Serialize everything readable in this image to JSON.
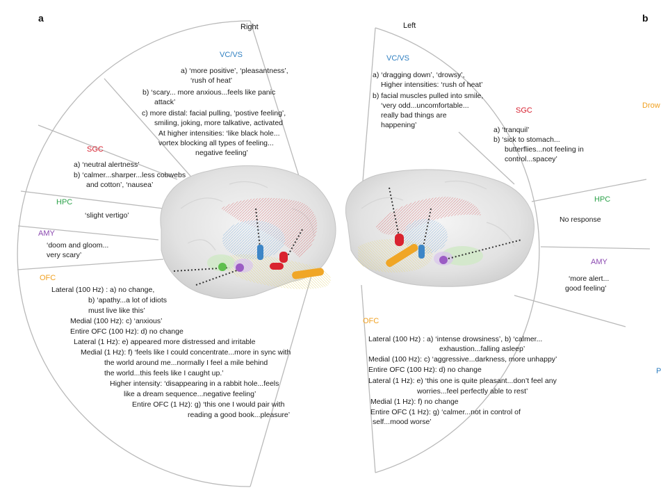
{
  "panels": {
    "a": "a",
    "b": "b"
  },
  "hemispheres": {
    "right": "Right",
    "left": "Left"
  },
  "right": {
    "vcvs": {
      "label": "VC/VS",
      "lines": [
        "a) ‘more positive’,  ‘pleasantness’,",
        "‘rush of heat’",
        "b) ‘scary... more anxious...feels like panic",
        "attack’",
        "c) more distal: facial pulling, ‘postive feeling’,",
        "smiling, joking, more talkative, activated",
        "At higher intensities: ‘like black hole...",
        "vortex blocking all types of feeling...",
        "negative feeling’"
      ]
    },
    "sgc": {
      "label": "SGC",
      "lines": [
        "a) ‘neutral alertness’",
        "b) ‘calmer...sharper...less cobwebs",
        "and cotton’,  ‘nausea’"
      ]
    },
    "hpc": {
      "label": "HPC",
      "lines": [
        "‘slight vertigo’"
      ]
    },
    "amy": {
      "label": "AMY",
      "lines": [
        "‘doom and gloom...",
        "very scary’"
      ]
    },
    "ofc": {
      "label": "OFC",
      "lines": [
        "Lateral (100 Hz) : a) no change,",
        "b) ‘apathy...a lot of idiots",
        "must live like this’",
        "Medial (100 Hz): c) ‘anxious’",
        "Entire OFC (100 Hz): d) no change",
        "Lateral (1 Hz): e) appeared more distressed and irritable",
        "Medial (1 Hz): f) ‘feels like I could concentrate...more in sync with",
        "the world around me...normally I feel a mile behind",
        "the world...this feels like I caught up.’",
        "Higher intensity: ‘disappearing in a rabbit hole...feels",
        "like a dream sequence...negative feeling’",
        "Entire OFC (1 Hz): g) ‘this one I would pair with",
        "reading a good book...pleasure’"
      ]
    }
  },
  "left": {
    "vcvs": {
      "label": "VC/VS",
      "lines": [
        "a) ‘dragging down’,  ‘drowsy’,",
        "Higher intensities: ‘rush of heat’",
        "b) facial muscles pulled into smile,",
        "‘very odd...uncomfortable...",
        "really bad things are",
        "happening’"
      ]
    },
    "sgc": {
      "label": "SGC",
      "lines": [
        "a) ‘tranquil’",
        "b) ‘sick to stomach...",
        "butterflies...not feeling in",
        "control...spacey’"
      ]
    },
    "hpc": {
      "label": "HPC",
      "lines": [
        "No response"
      ]
    },
    "amy": {
      "label": "AMY",
      "lines": [
        "‘more alert...",
        "good feeling’"
      ]
    },
    "ofc": {
      "label": "OFC",
      "lines": [
        "Lateral (100 Hz) : a) ‘intense drowsiness’,  b) ‘calmer...",
        "exhaustion...falling asleep’",
        "Medial (100 Hz): c)  ‘aggressive...darkness, more unhappy’",
        "Entire OFC (100 Hz): d) no change",
        "Lateral (1 Hz): e) ‘this one is quite pleasant...don’t feel any",
        "worries...feel perfectly able to rest’",
        "Medial (1 Hz): f) no change",
        "Entire OFC (1 Hz): g) ‘calmer...not in control of",
        "self...mood worse’"
      ]
    }
  },
  "panel_b_fragments": {
    "drow": "Drow",
    "p": "P"
  },
  "colors": {
    "vcvs": "#2f7fc1",
    "sgc": "#d7202f",
    "hpc": "#2ca24a",
    "amy": "#8b49b0",
    "ofc": "#f0a020",
    "divider": "#b9b9b9"
  }
}
